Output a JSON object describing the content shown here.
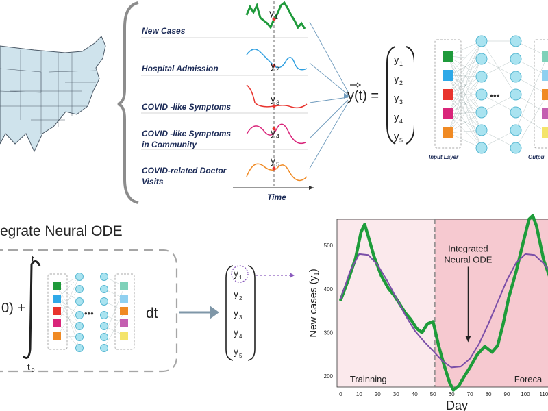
{
  "signals": {
    "items": [
      {
        "label": "New Cases",
        "sub": "1"
      },
      {
        "label": "Hospital Admission",
        "sub": "2"
      },
      {
        "label": "COVID -like Symptoms",
        "sub": "3"
      },
      {
        "label": "COVID -like Symptoms in Community",
        "sub": "4"
      },
      {
        "label": "COVID-related Doctor Visits",
        "sub": "5"
      }
    ],
    "line1_community": "COVID -like Symptoms",
    "line2_community": "in Community",
    "line1_doctor": "COVID-related Doctor",
    "line2_doctor": "Visits",
    "time_label": "Time",
    "y_symbol": "y",
    "colors": [
      "#1f9a3b",
      "#2f9fe0",
      "#e8342e",
      "#d9257a",
      "#f08a24"
    ]
  },
  "vector": {
    "lhs": "y(t) =",
    "entries": [
      "1",
      "2",
      "3",
      "4",
      "5"
    ],
    "y_symbol": "y"
  },
  "network_top": {
    "input_label": "Input Layer",
    "output_label": "Outpu",
    "dots": "•••",
    "input_colors": [
      "#1f9a3b",
      "#2fa9e8",
      "#e8342e",
      "#d9257a",
      "#f08a24"
    ],
    "output_colors": [
      "#7fd1b9",
      "#8fd0f0",
      "#f08a24",
      "#c45fb0",
      "#f4e46a"
    ]
  },
  "ode": {
    "title": "egrate Neural ODE",
    "lhs_fragment": "0) +",
    "upper_limit": "t",
    "lower_limit": "t",
    "lower_sub": "0",
    "dt": "dt",
    "dots": "•••",
    "vector_entries": [
      "1",
      "2",
      "3",
      "4",
      "5"
    ],
    "y_symbol": "y"
  },
  "chart_data": {
    "type": "line",
    "xlabel": "Day",
    "ylabel": "New cases (y",
    "ylabel_sub": "1",
    "ylabel_close": ")",
    "xticks": [
      0,
      10,
      20,
      30,
      40,
      50,
      60,
      70,
      80,
      90,
      100,
      110
    ],
    "xtick_labels": [
      "0",
      "10",
      "20",
      "30",
      "40",
      "50",
      "60",
      "70",
      "80",
      "90",
      "100",
      "110"
    ],
    "yticks": [
      200,
      300,
      400,
      500
    ],
    "yticks_labels": [
      "200",
      "300",
      "400",
      "500"
    ],
    "xlim": [
      -2,
      113
    ],
    "ylim": [
      175,
      560
    ],
    "split_x": 51,
    "regions": [
      {
        "label": "Trainning"
      },
      {
        "label": "Foreca"
      }
    ],
    "annotation": {
      "line1": "Integrated",
      "line2": "Neural ODE",
      "x": 69,
      "y": 278
    },
    "series": [
      {
        "color": "#1e9c3a",
        "x": [
          0,
          4,
          8,
          11,
          13,
          15,
          18,
          22,
          26,
          29,
          32,
          35,
          38,
          41,
          44,
          47,
          50,
          53,
          56,
          59,
          61,
          64,
          67,
          70,
          74,
          78,
          82,
          85,
          88,
          91,
          95,
          99,
          102,
          104,
          106,
          108,
          110,
          113
        ],
        "y": [
          375,
          420,
          470,
          530,
          548,
          520,
          475,
          430,
          400,
          385,
          365,
          345,
          330,
          310,
          300,
          320,
          325,
          270,
          225,
          185,
          168,
          178,
          200,
          220,
          250,
          268,
          255,
          270,
          320,
          380,
          440,
          510,
          560,
          568,
          545,
          505,
          465,
          430
        ]
      },
      {
        "color": "#7b4fa8",
        "x": [
          0,
          5,
          10,
          15,
          20,
          25,
          30,
          35,
          40,
          45,
          50,
          55,
          60,
          65,
          70,
          75,
          80,
          85,
          90,
          95,
          100,
          105,
          110,
          113
        ],
        "y": [
          378,
          440,
          480,
          478,
          455,
          420,
          380,
          340,
          305,
          280,
          258,
          235,
          220,
          222,
          240,
          275,
          320,
          370,
          420,
          460,
          480,
          478,
          458,
          442
        ]
      }
    ]
  }
}
